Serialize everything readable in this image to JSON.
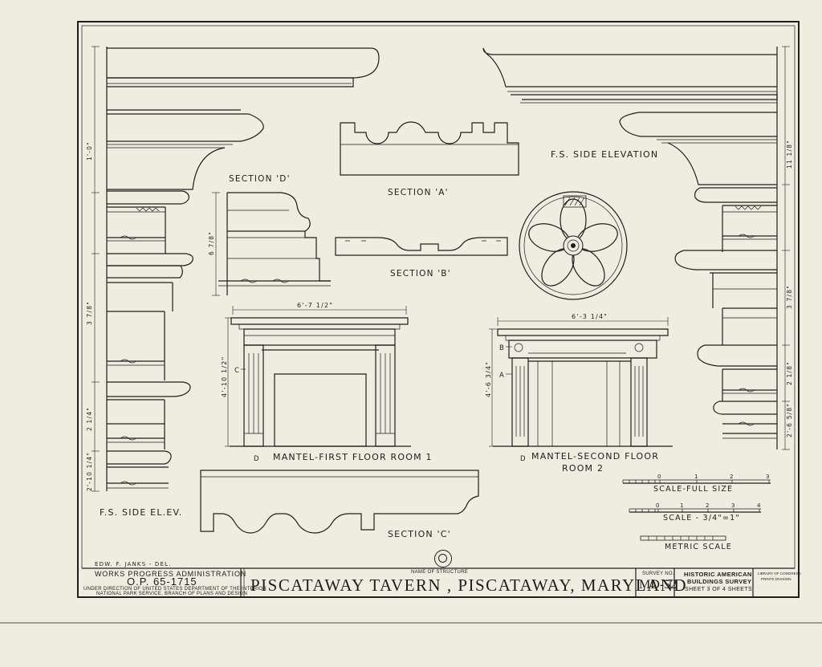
{
  "drawing": {
    "labels": {
      "fs_side_elev_left": "F.S. SIDE EL.EV.",
      "fs_side_elev_right": "F.S. SIDE ELEVATION",
      "section_a": "SECTION 'A'",
      "section_b": "SECTION 'B'",
      "section_c": "SECTION 'C'",
      "section_d": "SECTION 'D'",
      "mantel_first": "MANTEL-FIRST FLOOR ROOM 1",
      "mantel_second_l1": "MANTEL-SECOND FLOOR",
      "mantel_second_l2": "ROOM 2",
      "scale_full": "SCALE-FULL SIZE",
      "scale_34": "SCALE - 3/4\"=1\"",
      "metric": "METRIC SCALE",
      "draftsman": "EDW. F. JANKS - DEL."
    },
    "dimensions": {
      "left_top": "1'-0\"",
      "left_mid": "3 7/8\"",
      "left_low": "2 1/4\"",
      "left_bottom": "2'-10 1/4\"",
      "sec_d": "6 7/8\"",
      "m1_width": "6'-7 1/2\"",
      "m1_height": "4'-10 1/2\"",
      "m2_width": "6'-3 1/4\"",
      "m2_height": "4'-6 3/4\"",
      "right_top": "11 1/8\"",
      "right_mid": "3 7/8\"",
      "right_low": "2 1/8\"",
      "right_bottom": "2'-6 5/8\""
    },
    "markers": {
      "c": "C",
      "d1": "D",
      "d2": "D",
      "a": "A",
      "b": "B"
    },
    "scale_ticks_full": [
      "0",
      "1",
      "2",
      "3"
    ],
    "scale_ticks_34": [
      "0",
      "1",
      "2",
      "3",
      "4"
    ]
  },
  "title_block": {
    "agency": "WORKS PROGRESS ADMINISTRATION",
    "op_number": "O.P. 65-1715",
    "under_direction": "UNDER DIRECTION OF UNITED STATES DEPARTMENT OF THE INTERIOR",
    "park_service": "NATIONAL PARK SERVICE, BRANCH OF PLANS AND DESIGN",
    "name_caption": "NAME OF STRUCTURE",
    "structure_name": "PISCATAWAY TAVERN , PISCATAWAY, MARYLAND",
    "survey_caption": "SURVEY NO.",
    "survey_number": "MD-52",
    "habs_l1": "HISTORIC AMERICAN",
    "habs_l2": "BUILDINGS SURVEY",
    "sheet_info": "SHEET 3 OF 4 SHEETS",
    "library_note_l1": "LIBRARY OF CONGRESS",
    "library_note_l2": "PRINTS DIVISION"
  }
}
